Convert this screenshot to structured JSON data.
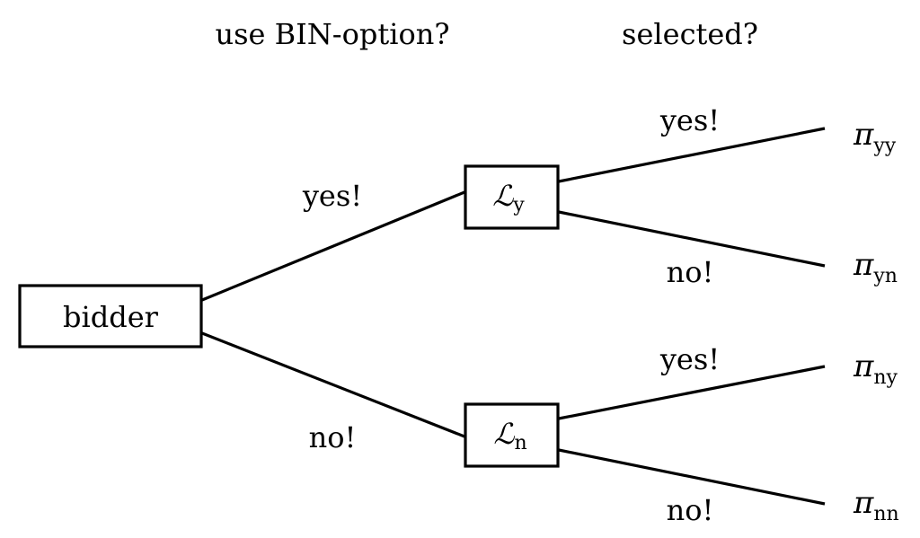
{
  "headers": {
    "stage1": "use BIN-option?",
    "stage2": "selected?"
  },
  "nodes": {
    "root": "bidder",
    "ly_symbol": "ℒ",
    "ly_sub": "y",
    "ln_symbol": "ℒ",
    "ln_sub": "n"
  },
  "edges": {
    "root_yes": "yes!",
    "root_no": "no!",
    "ly_yes": "yes!",
    "ly_no": "no!",
    "ln_yes": "yes!",
    "ln_no": "no!"
  },
  "payoffs": {
    "symbol": "π",
    "yy": "yy",
    "yn": "yn",
    "ny": "ny",
    "nn": "nn"
  }
}
